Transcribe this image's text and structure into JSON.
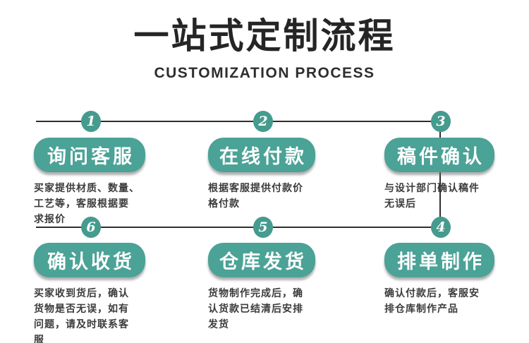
{
  "header": {
    "title": "一站式定制流程",
    "subtitle": "CUSTOMIZATION PROCESS"
  },
  "colors": {
    "accent_teal": "#4ba296",
    "circle_teal": "#459b8e",
    "connector_line": "#2f2f2f",
    "description_text": "#3b3b3b",
    "title_text": "#252525"
  },
  "steps": [
    {
      "number": "1",
      "label": "询问客服",
      "description": "买家提供材质、数量、\n工艺等，客服根据要\n求报价"
    },
    {
      "number": "2",
      "label": "在线付款",
      "description": "根据客服提供付款价\n格付款"
    },
    {
      "number": "3",
      "label": "稿件确认",
      "description": "与设计部门确认稿件\n无误后"
    },
    {
      "number": "4",
      "label": "排单制作",
      "description": "确认付款后，客服安\n排仓库制作产品"
    },
    {
      "number": "5",
      "label": "仓库发货",
      "description": "货物制作完成后，确\n认货款已结清后安排\n发货"
    },
    {
      "number": "6",
      "label": "确认收货",
      "description": "买家收到货后，确认\n货物是否无误，如有\n问题，请及时联系客\n服"
    }
  ]
}
